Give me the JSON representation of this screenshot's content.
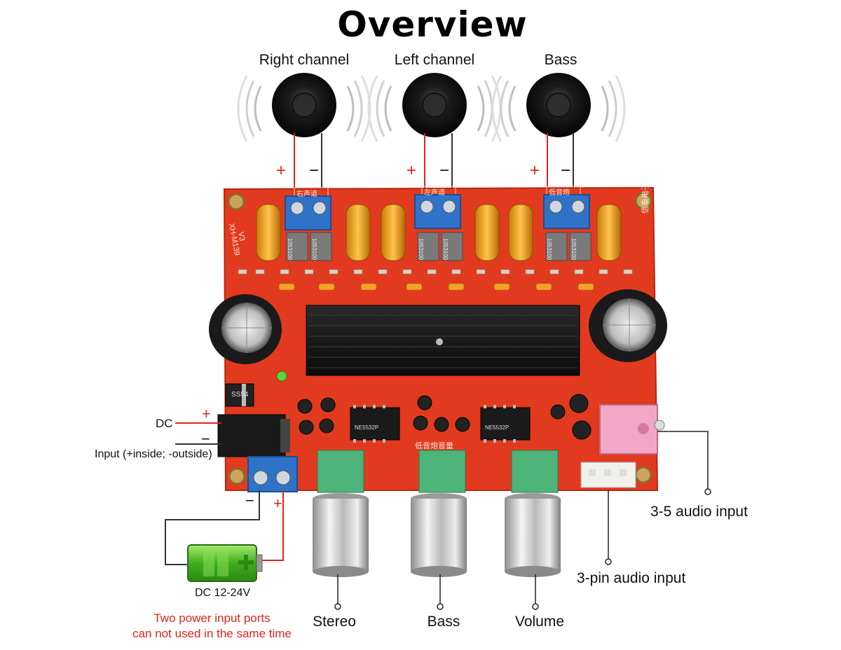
{
  "title": "Overview",
  "speakers": [
    {
      "label": "Right channel",
      "silk": "右声道"
    },
    {
      "label": "Left channel",
      "silk": "左声道"
    },
    {
      "label": "Bass",
      "silk": "低音炮"
    }
  ],
  "polarity": {
    "plus": "+",
    "minus": "−"
  },
  "board": {
    "model": "XH-M139",
    "version": "V3",
    "maker": "信泰电子",
    "inductor_code": "1053100",
    "knob_silk": "低音炮音量",
    "chip_left": "NE5532P",
    "chip_right": "NE5532P",
    "diode": "SS54"
  },
  "labels": {
    "dc": "DC",
    "dc_input": "Input (+inside; -outside)",
    "audio_35": "3-5 audio input",
    "audio_3pin": "3-pin audio input",
    "battery": "DC 12-24V",
    "knob_stereo": "Stereo",
    "knob_bass": "Bass",
    "knob_volume": "Volume"
  },
  "warning": [
    "Two power input ports",
    "can not used in the same time"
  ],
  "colors": {
    "board": "#e23a1f",
    "terminal": "#2f73c9",
    "wire_red": "#e2231a",
    "wire_dark": "#333333",
    "battery": "#52c234"
  }
}
